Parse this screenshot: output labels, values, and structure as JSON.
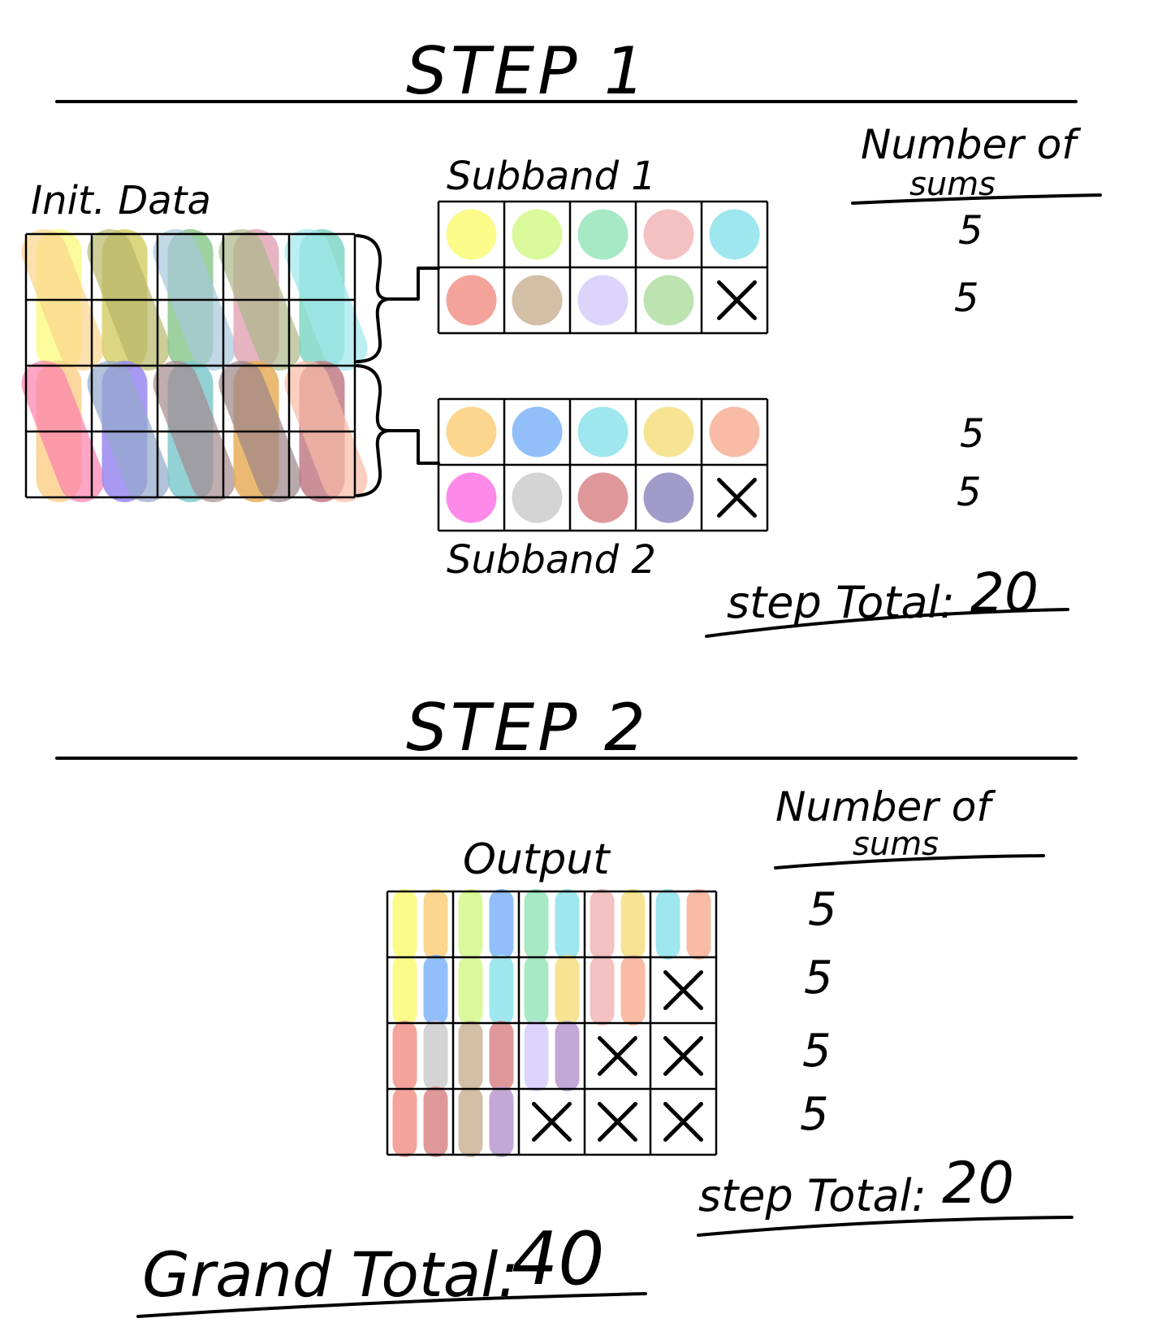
{
  "colors": {
    "ink": "#000000",
    "yellow": "#fbfb8a",
    "lime": "#d9f99a",
    "mint": "#a6e9c4",
    "pink": "#f3c1c1",
    "cyan": "#9fe7ee",
    "salmon": "#f4a39b",
    "tan": "#d2bfa5",
    "lavender": "#dcd4fb",
    "green": "#bde3b0",
    "orange": "#fcd58e",
    "blue": "#92bff9",
    "gold": "#f7e493",
    "peach": "#f8bba5",
    "magenta": "#fd8ae9",
    "gray": "#d4d4d4",
    "rose": "#df989a",
    "purple": "#a19bc9",
    "mauve": "#c3a8d6"
  },
  "step1": {
    "heading": "STEP 1",
    "init_label": "Init. Data",
    "subband1_label": "Subband 1",
    "subband2_label": "Subband 2",
    "sums_header_line1": "Number of",
    "sums_header_line2": "sums",
    "sums": [
      "5",
      "5",
      "5",
      "5"
    ],
    "total_label": "step Total:",
    "total_value": "20",
    "init_grid": {
      "rows": 4,
      "cols": 5,
      "strokes": [
        [
          "orange",
          "yellow"
        ],
        [
          "olive",
          "khaki"
        ],
        [
          "sky",
          "greenish"
        ],
        [
          "olivedrab",
          "rosy"
        ],
        [
          "cyan",
          "teal"
        ],
        [
          "hotpink",
          "apricot"
        ],
        [
          "steel",
          "violet"
        ],
        [
          "taupe",
          "aqua"
        ],
        [
          "plum",
          "amber"
        ],
        [
          "peach",
          "wine"
        ]
      ]
    },
    "subband1_cells": [
      [
        "yellow",
        "lime",
        "mint",
        "pink",
        "cyan"
      ],
      [
        "salmon",
        "tan",
        "lavender",
        "green",
        "x"
      ]
    ],
    "subband2_cells": [
      [
        "orange",
        "blue",
        "cyan",
        "gold",
        "peach"
      ],
      [
        "magenta",
        "gray",
        "rose",
        "purple",
        "x"
      ]
    ]
  },
  "step2": {
    "heading": "STEP 2",
    "output_label": "Output",
    "sums_header_line1": "Number of",
    "sums_header_line2": "sums",
    "sums": [
      "5",
      "5",
      "5",
      "5"
    ],
    "total_label": "step Total:",
    "total_value": "20",
    "output_cells": [
      [
        [
          "yellow",
          "orange"
        ],
        [
          "lime",
          "blue"
        ],
        [
          "mint",
          "cyan"
        ],
        [
          "pink",
          "gold"
        ],
        [
          "cyan",
          "peach"
        ]
      ],
      [
        [
          "yellow",
          "blue"
        ],
        [
          "lime",
          "cyan"
        ],
        [
          "mint",
          "gold"
        ],
        [
          "pink",
          "peach"
        ],
        "x"
      ],
      [
        [
          "salmon",
          "gray"
        ],
        [
          "tan",
          "rose"
        ],
        [
          "lavender",
          "mauve"
        ],
        "x",
        "x"
      ],
      [
        [
          "salmon",
          "rose"
        ],
        [
          "tan",
          "mauve"
        ],
        "x",
        "x",
        "x"
      ]
    ]
  },
  "grand_total": {
    "label": "Grand Total:",
    "value": "40"
  }
}
